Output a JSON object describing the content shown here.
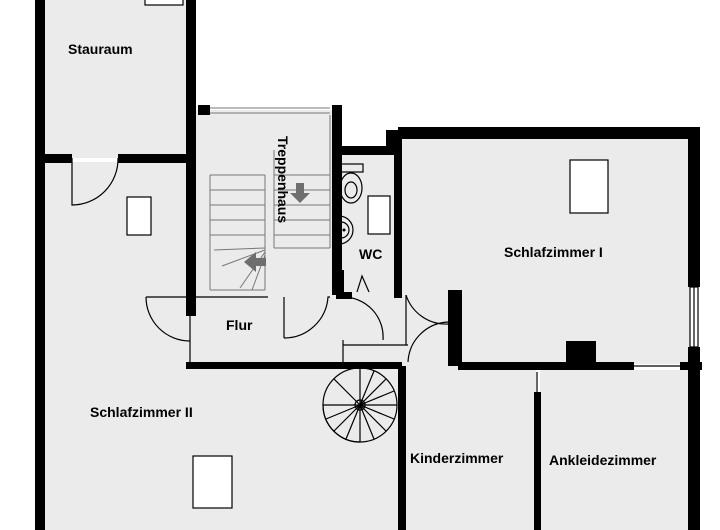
{
  "colors": {
    "room_fill": "#ebebeb",
    "wall": "#000000",
    "arrow": "#6e6e6e"
  },
  "rooms": {
    "stauraum": "Stauraum",
    "treppenhaus": "Treppenhaus",
    "wc": "WC",
    "schlafzimmer_1": "Schlafzimmer I",
    "flur": "Flur",
    "schlafzimmer_2": "Schlafzimmer II",
    "kinderzimmer": "Kinderzimmer",
    "ankleidezimmer": "Ankleidezimmer"
  },
  "icons": [
    "stair-arrow-down-icon",
    "stair-arrow-left-icon",
    "toilet-icon",
    "washbasin-icon",
    "spiral-staircase-icon"
  ]
}
